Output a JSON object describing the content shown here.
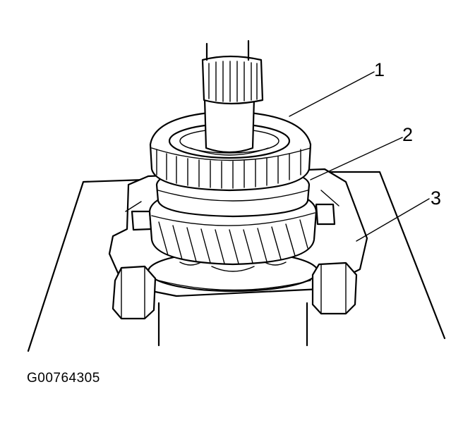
{
  "callouts": [
    {
      "number": "1",
      "target": "synchronizer-gear"
    },
    {
      "number": "2",
      "target": "gear-ring"
    },
    {
      "number": "3",
      "target": "bearing-separator-plate"
    }
  ],
  "figure_id": "G00764305",
  "colors": {
    "ink": "#000000",
    "background": "#ffffff"
  }
}
